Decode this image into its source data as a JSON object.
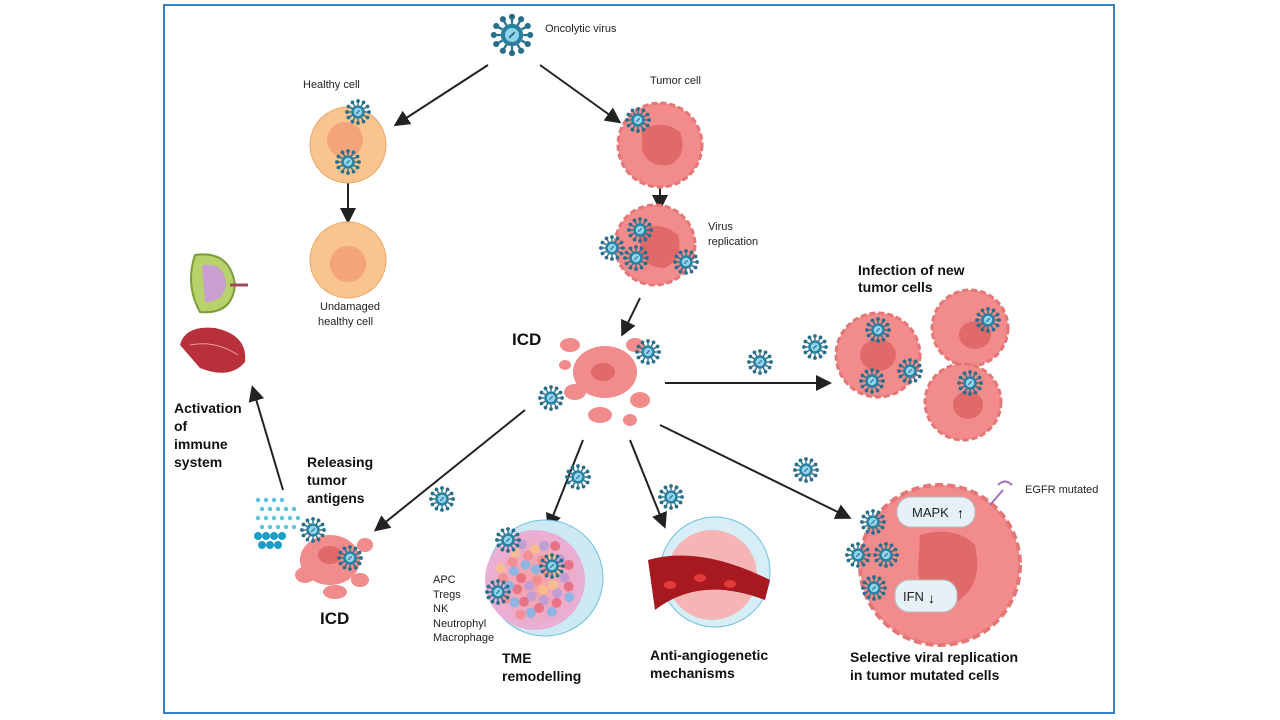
{
  "labels": {
    "oncolytic_virus": "Oncolytic virus",
    "healthy_cell": "Healthy cell",
    "tumor_cell": "Tumor cell",
    "undamaged": [
      "Undamaged",
      "healthy cell"
    ],
    "virus_replication": [
      "Virus",
      "replication"
    ],
    "icd_top": "ICD",
    "infection": [
      "Infection of  new",
      "tumor cells"
    ],
    "activation": [
      "Activation",
      "of",
      "immune",
      "system"
    ],
    "releasing": [
      "Releasing",
      "tumor",
      "antigens"
    ],
    "icd_bottom": "ICD",
    "immune_cells": [
      "APC",
      "Tregs",
      "NK",
      "Neutrophyl",
      "Macrophage"
    ],
    "tme": [
      "TME",
      "remodelling"
    ],
    "anti_angio": [
      "Anti-angiogenetic",
      "mechanisms"
    ],
    "selective": [
      "Selective viral replication",
      "in tumor mutated cells"
    ],
    "mapk": "MAPK",
    "ifn": "IFN",
    "egfr": "EGFR mutated"
  },
  "colors": {
    "frame": "#3a7fc1",
    "virus": "#2a7f9e",
    "healthy_cell": "#f9c48e",
    "tumor_cell": "#f28b8b",
    "tumor_nucleus": "#e06a6a"
  }
}
